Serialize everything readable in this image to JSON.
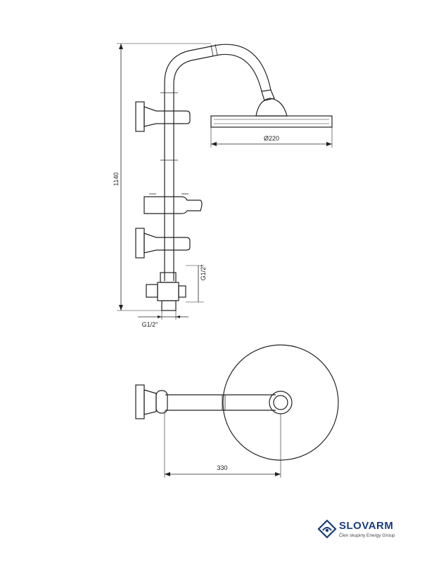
{
  "dimensions": {
    "height": "1140",
    "head_diameter": "Ø220",
    "bottom_thread": "G1/2\"",
    "side_thread": "G1/2\"",
    "arm_length": "330"
  },
  "brand": {
    "name": "SLOVARM",
    "tagline": "Člen skupiny Energy Group",
    "accent_color": "#1a3d7c"
  },
  "colors": {
    "line": "#222222"
  }
}
